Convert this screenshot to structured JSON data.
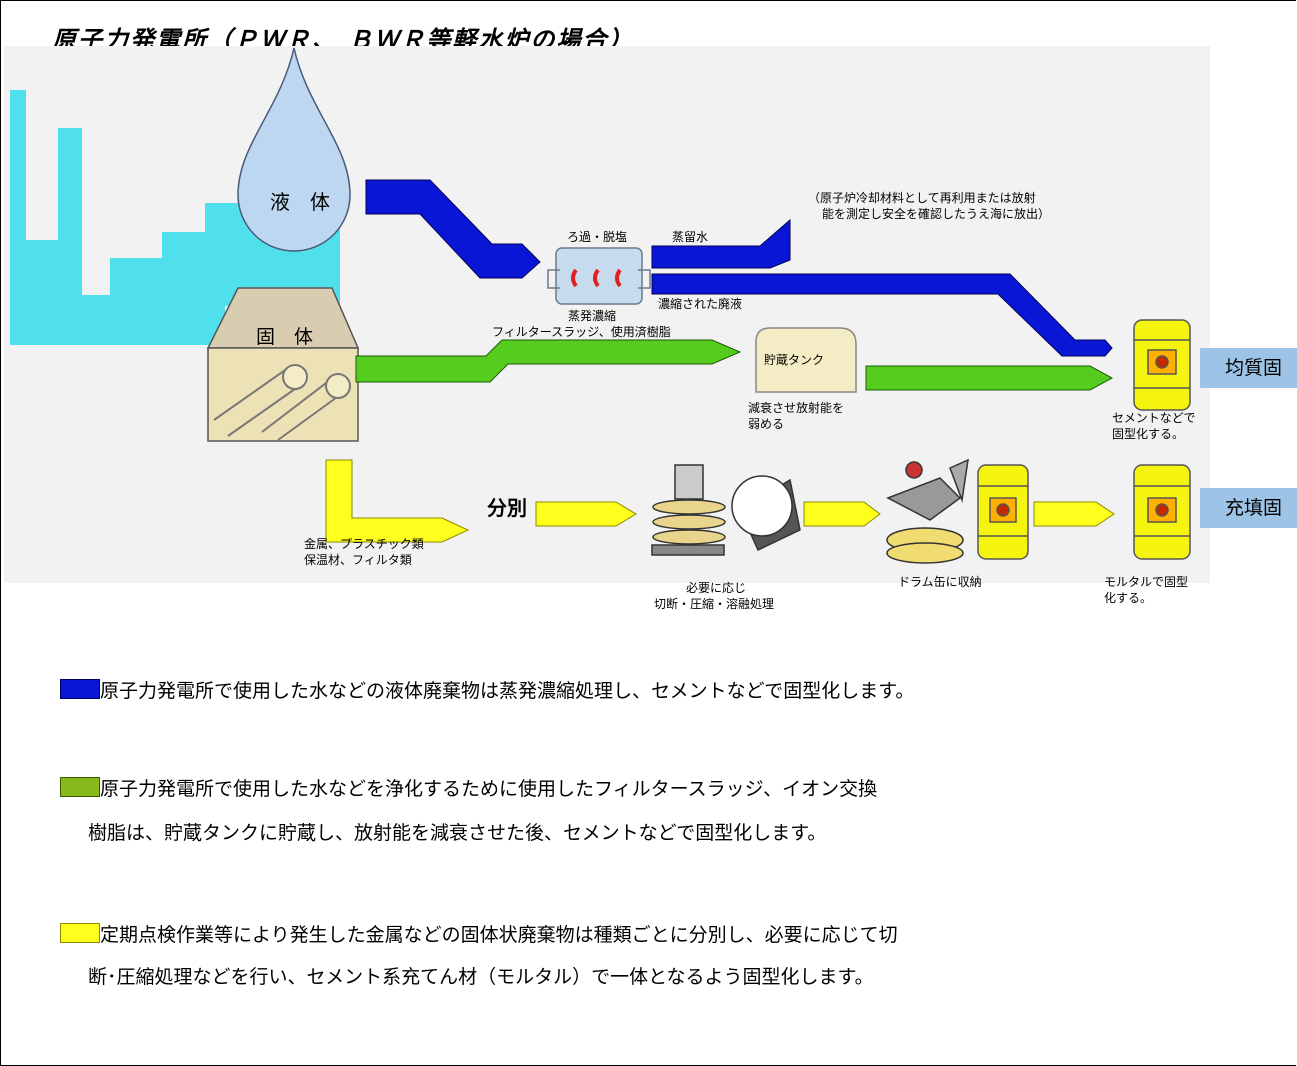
{
  "title": "原子力発電所（ＰＷＲ、 ＢＷＲ等軽水炉の場合）",
  "colors": {
    "liquid": "#0a16d6",
    "sludge": "#56cc1f",
    "solid": "#ffff1e",
    "building": "#4fe0ec",
    "tag": "#9dc3e6"
  },
  "diagram": {
    "liquid_label": "液　体",
    "solid_label": "固　体",
    "evaporator_top": "ろ過・脱塩",
    "evaporator_bottom": "蒸発濃縮",
    "distilled": "蒸留水",
    "reuse_note_1": "（原子炉冷却材料として再利用または放射",
    "reuse_note_2": "能を測定し安全を確認したうえ海に放出）",
    "concentrate": "濃縮された廃液",
    "sludge": "フィルタースラッジ、使用済樹脂",
    "tank": "貯蔵タンク",
    "decay_1": "減衰させ放射能を",
    "decay_2": "弱める",
    "cement_1": "セメントなどで",
    "cement_2": "固型化する。",
    "homog_tag": "均質固",
    "fill_tag": "充填固",
    "sort": "分別",
    "metal_1": "金属、プラスチック類",
    "metal_2": "保温材、フィルタ類",
    "cut_1": "必要に応じ",
    "cut_2": "切断・圧縮・溶融処理",
    "drum": "ドラム缶に収納",
    "mortar_1": "モルタルで固型",
    "mortar_2": "化する。"
  },
  "legend": {
    "liquid": "原子力発電所で使用した水などの液体廃棄物は蒸発濃縮処理し、セメントなどで固型化します。",
    "sludge_1": "原子力発電所で使用した水などを浄化するために使用したフィルタースラッジ、イオン交換",
    "sludge_2": "樹脂は、貯蔵タンクに貯蔵し、放射能を減衰させた後、セメントなどで固型化します。",
    "solid_1": "定期点検作業等により発生した金属などの固体状廃棄物は種類ごとに分別し、必要に応じて切",
    "solid_2": "断･圧縮処理などを行い、セメント系充てん材（モルタル）で一体となるよう固型化します。"
  }
}
